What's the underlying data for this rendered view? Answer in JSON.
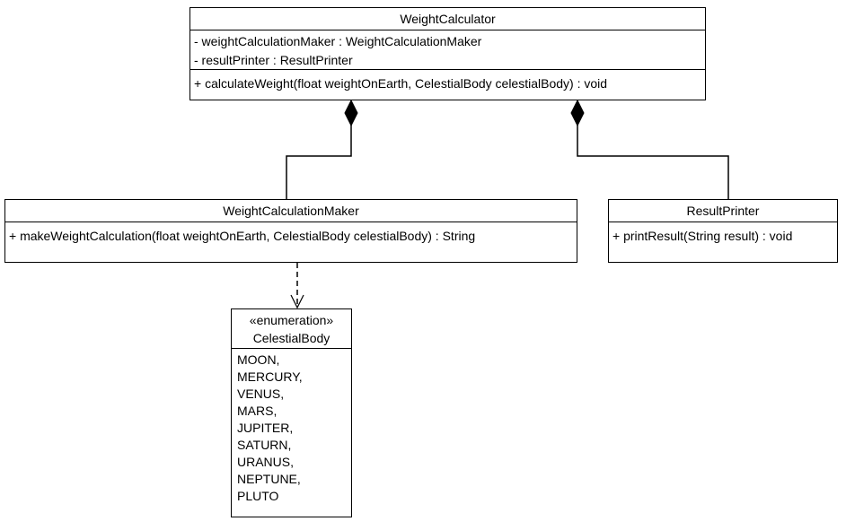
{
  "diagram": {
    "type": "uml-class-diagram",
    "background_color": "#ffffff",
    "line_color": "#000000",
    "classes": [
      {
        "name": "WeightCalculator",
        "attributes": [
          "- weightCalculationMaker : WeightCalculationMaker",
          "- resultPrinter : ResultPrinter"
        ],
        "methods": [
          "+ calculateWeight(float weightOnEarth, CelestialBody celestialBody) : void"
        ]
      },
      {
        "name": "WeightCalculationMaker",
        "attributes": [],
        "methods": [
          "+ makeWeightCalculation(float weightOnEarth, CelestialBody celestialBody) : String"
        ]
      },
      {
        "name": "ResultPrinter",
        "attributes": [],
        "methods": [
          "+ printResult(String result) : void"
        ]
      }
    ],
    "enumeration": {
      "stereotype": "«enumeration»",
      "name": "CelestialBody",
      "values": [
        "MOON,",
        "MERCURY,",
        "VENUS,",
        "MARS,",
        "JUPITER,",
        "SATURN,",
        "URANUS,",
        "NEPTUNE,",
        "PLUTO"
      ]
    },
    "relationships": [
      {
        "type": "composition",
        "from": "WeightCalculator",
        "to": "WeightCalculationMaker"
      },
      {
        "type": "composition",
        "from": "WeightCalculator",
        "to": "ResultPrinter"
      },
      {
        "type": "dependency",
        "from": "WeightCalculationMaker",
        "to": "CelestialBody"
      }
    ]
  }
}
